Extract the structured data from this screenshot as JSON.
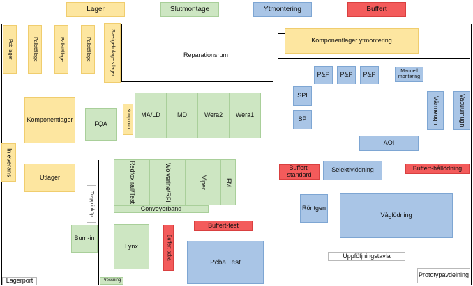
{
  "legend": {
    "lager": "Lager",
    "slutmontage": "Slutmontage",
    "ytmontering": "Ytmontering",
    "buffert": "Buffert"
  },
  "areas": {
    "pcb_lager": "Pcb lager",
    "pallstallage_1": "Pallställage",
    "pallstallage_2": "Pallställage",
    "pallstallage_3": "Pallställage",
    "sverigebolagets_lager": "Sverigebolagets lager",
    "reparationsrum": "Reparationsrum",
    "komponentlager_ytmontering": "Komponentlager ytmontering",
    "pp_1": "P&P",
    "pp_2": "P&P",
    "pp_3": "P&P",
    "manuell_montering": "Manuell montering",
    "spi": "SPI",
    "sp": "SP",
    "varmeugn": "Värmeugn",
    "vacuumugn": "Vacuumugn",
    "aoi": "AOI",
    "buffert_standard": "Buffert-standard",
    "selektivlodning": "Selektivlödning",
    "buffert_hallodning": "Buffert-hållödning",
    "rontgen": "Röntgen",
    "vaglodning": "Våglödning",
    "uppfoljningstavla": "Uppföljningstavla",
    "prototypavdelning": "Prototypavdelning",
    "komponentlager": "Komponentlager",
    "fqa": "FQA",
    "komponent": "Komponent",
    "ma_ld": "MA/LD",
    "md": "MD",
    "wera2": "Wera2",
    "wera1": "Wera1",
    "inleverans": "Inleverans",
    "utlager": "Utlager",
    "trapp_inkop": "Trapp inköp",
    "redfox_rail_test": "Redfox rail/Test",
    "wolverine_rfi": "Wolverine/RFI",
    "viper": "Viper",
    "fm": "FM",
    "conveyorband": "Conveyorband",
    "burn_in": "Burn-in",
    "lynx": "Lynx",
    "buffert_pcba": "Buffert pcba",
    "buffert_test": "Buffert-test",
    "pcba_test": "Pcba Test",
    "lagerport": "Lagerport",
    "pressning": "Pressning"
  }
}
